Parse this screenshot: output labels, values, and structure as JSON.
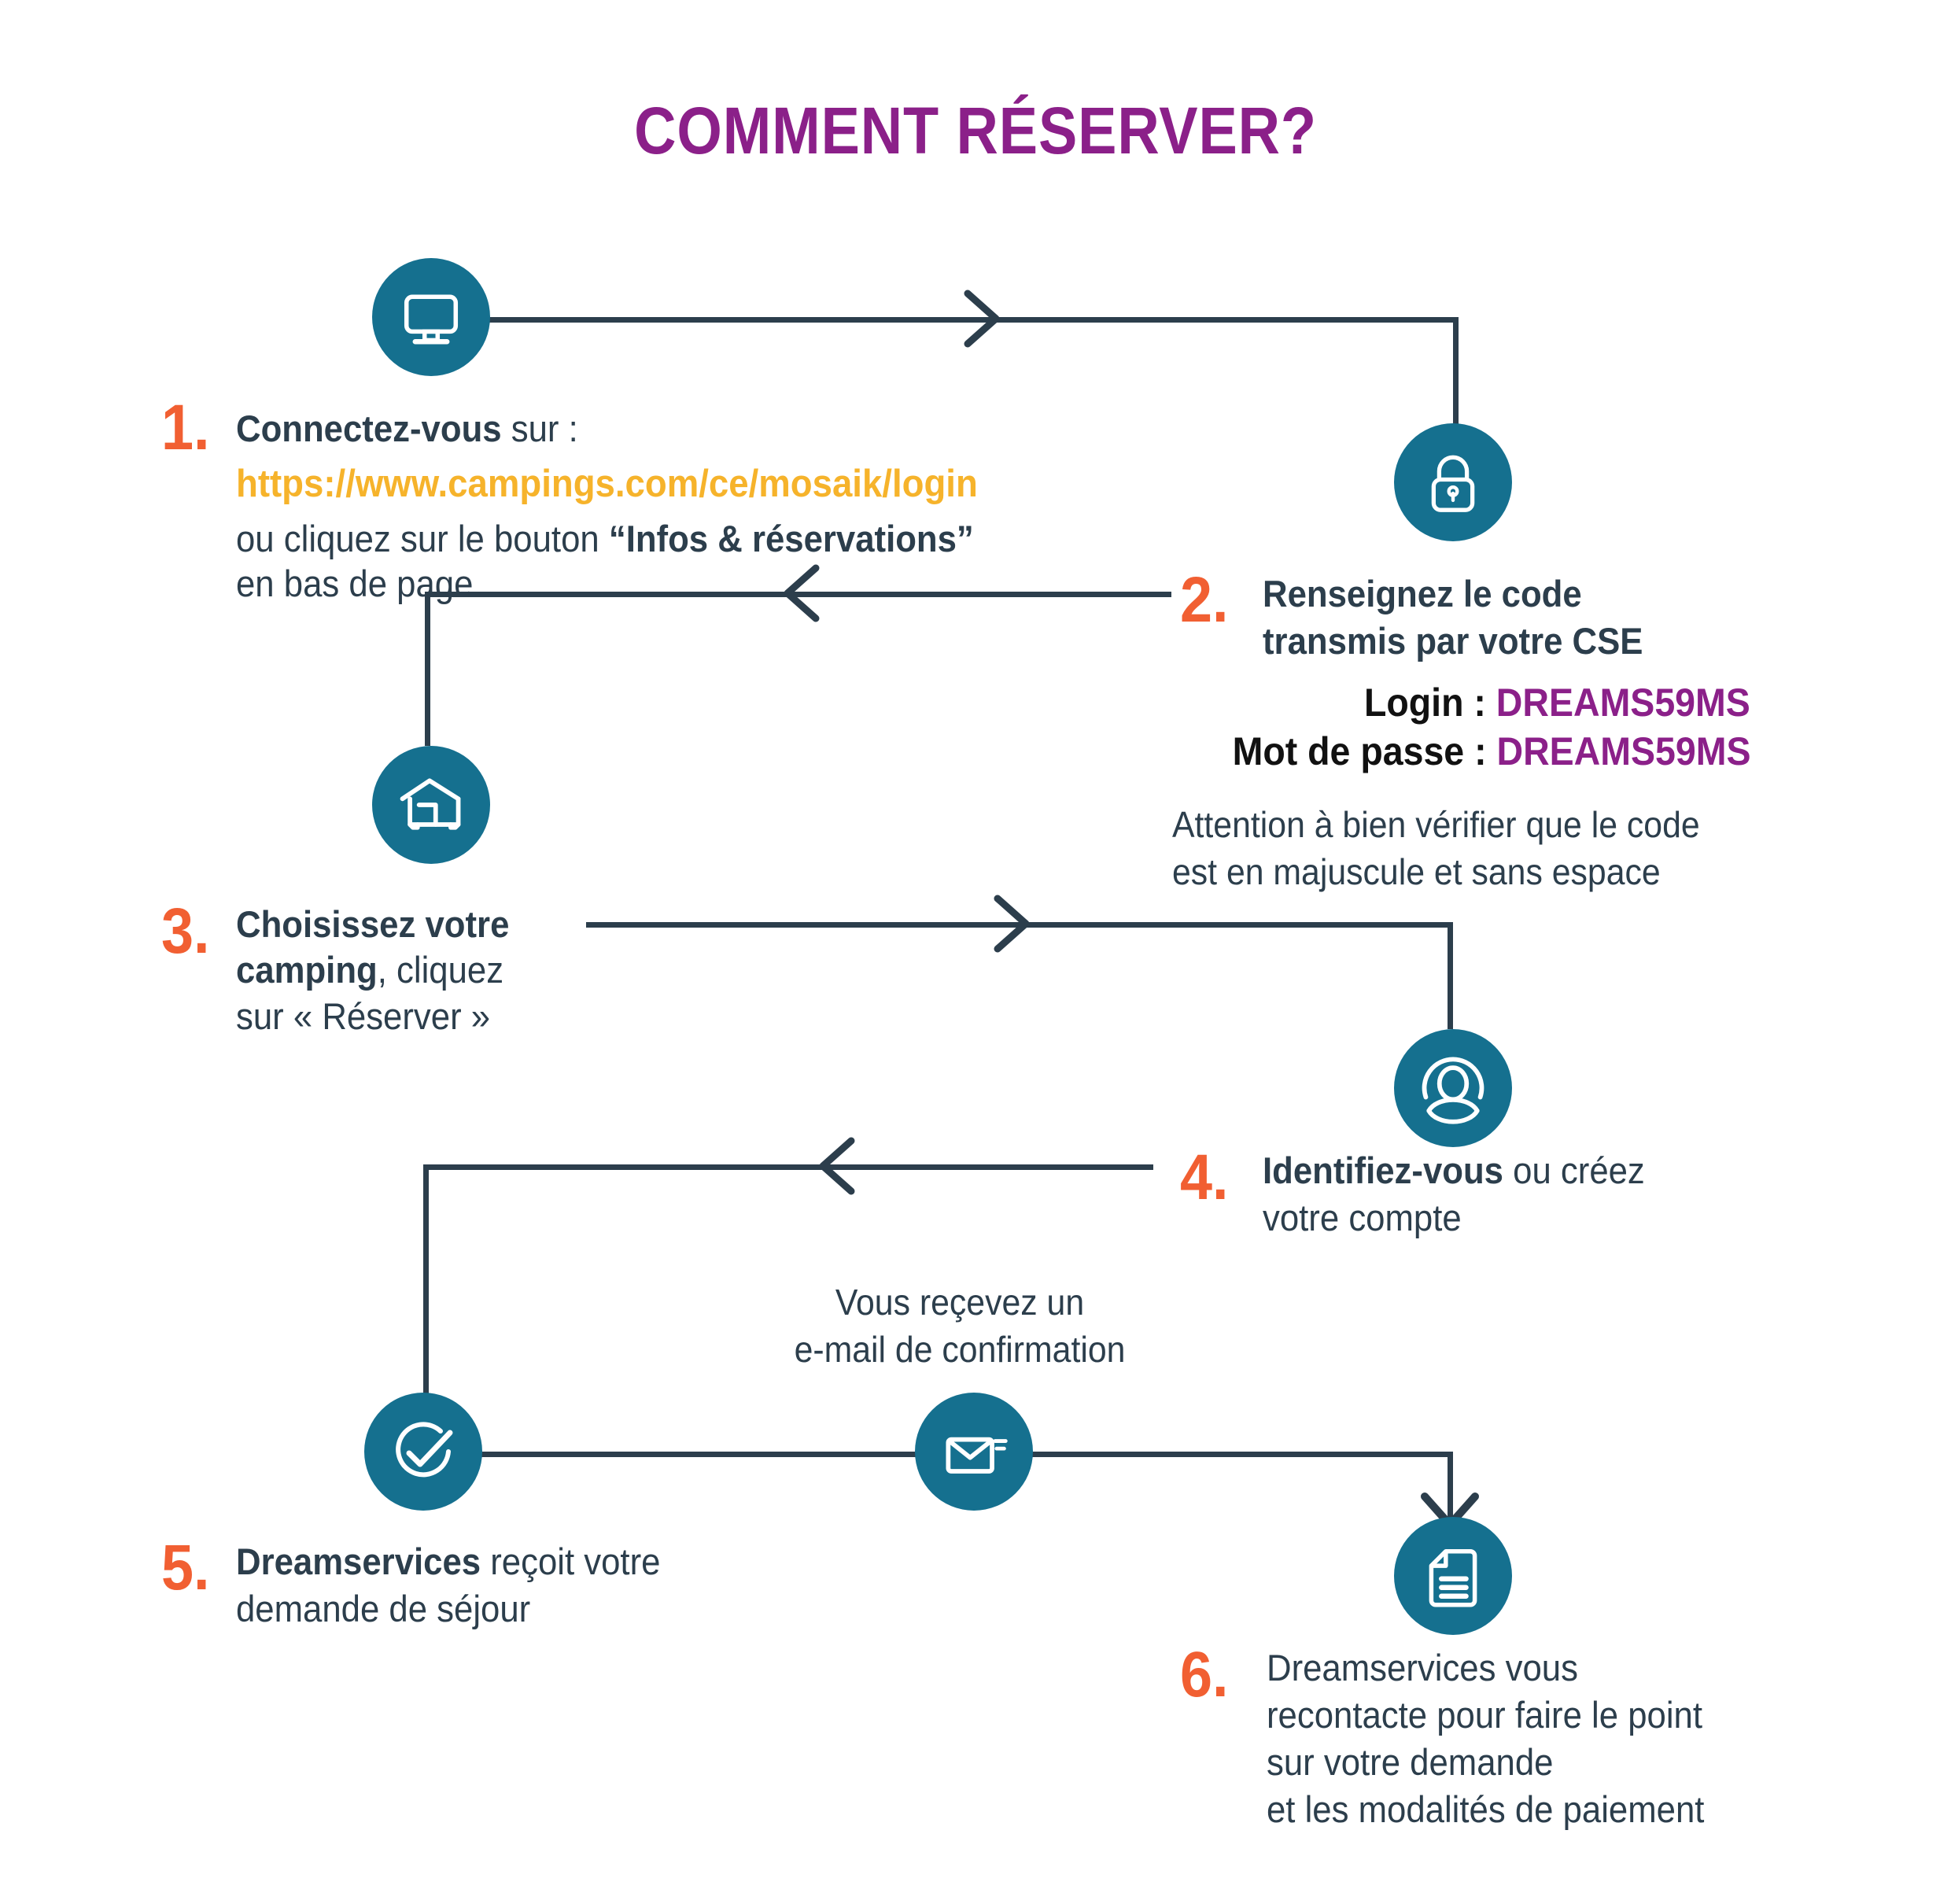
{
  "title": "COMMENT RÉSERVER?",
  "colors": {
    "title_purple": "#8B2089",
    "number_orange": "#F15F32",
    "icon_teal": "#15708F",
    "line_navy": "#2C3E4C",
    "url_yellow": "#F6B32B",
    "code_purple": "#8B2089"
  },
  "steps": [
    {
      "number": "1.",
      "icon": "monitor-icon",
      "line1_bold": "Connectez-vous",
      "line1_rest": " sur :",
      "url": "https://www.campings.com/ce/mosaik/login",
      "line3_pre": "ou cliquez sur le bouton ",
      "line3_bold": "“Infos & réservations”",
      "line4": "en bas de page"
    },
    {
      "number": "2.",
      "icon": "lock-icon",
      "line1_bold": "Renseignez le code",
      "line2_bold": "transmis par votre CSE",
      "credentials": [
        {
          "label": "Login : ",
          "value": "DREAMS59MS"
        },
        {
          "label": "Mot de passe : ",
          "value": "DREAMS59MS"
        }
      ],
      "note_line1": "Attention à bien vérifier que le code",
      "note_line2": "est en majuscule et sans espace"
    },
    {
      "number": "3.",
      "icon": "camping-house-icon",
      "line1_bold": "Choisissez votre",
      "line2_bold": "camping",
      "line2_rest": ", cliquez",
      "line3": "sur « Réserver »"
    },
    {
      "number": "4.",
      "icon": "user-account-icon",
      "line1_bold": "Identifiez-vous",
      "line1_rest": " ou créez",
      "line2": "votre compte"
    },
    {
      "number": "5.",
      "icon": "check-circle-icon",
      "line1_bold": "Dreamservices",
      "line1_rest": " reçoit votre",
      "line2": "demande de séjour"
    },
    {
      "number": "6.",
      "icon": "document-icon",
      "line1": "Dreamservices vous",
      "line2": "recontacte pour faire le point",
      "line3": "sur votre demande",
      "line4": "et les modalités de paiement"
    }
  ],
  "email_note": {
    "line1": "Vous reçevez un",
    "line2": "e-mail de confirmation",
    "icon": "envelope-send-icon"
  }
}
